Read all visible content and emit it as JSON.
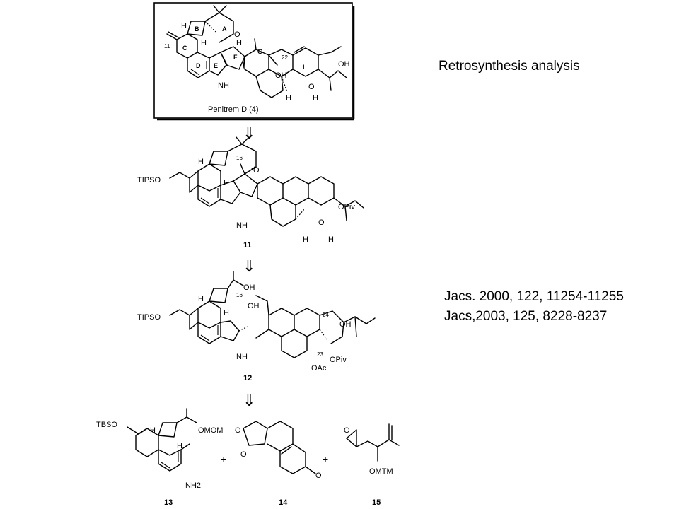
{
  "title": "Retrosynthesis analysis",
  "references": [
    "Jacs. 2000, 122, 11254-11255",
    "Jacs,2003, 125, 8228-8237"
  ],
  "arrow_glyph": "⇓",
  "target": {
    "caption": "Penitrem D (",
    "number": "4",
    "caption_end": ")",
    "ring_labels": [
      "A",
      "B",
      "C",
      "D",
      "E",
      "F",
      "G",
      "I"
    ],
    "atoms": [
      "H",
      "H",
      "O",
      "OH",
      "OH",
      "O",
      "H",
      "H",
      "NH",
      "H",
      "11",
      "22"
    ]
  },
  "compound_11": {
    "number": "11",
    "groups": [
      "TIPSO",
      "OPiv",
      "O",
      "O",
      "H",
      "H",
      "NH",
      "H",
      "H",
      "16"
    ]
  },
  "compound_12": {
    "number": "12",
    "groups": [
      "TIPSO",
      "OH",
      "OH",
      "OH",
      "OPiv",
      "OAc",
      "NH",
      "H",
      "H",
      "16",
      "24",
      "23"
    ]
  },
  "fragments": [
    {
      "number": "13",
      "groups": [
        "TBSO",
        "OMOM",
        "NH2",
        "H",
        "H"
      ]
    },
    {
      "number": "14",
      "groups": [
        "O",
        "O",
        "O"
      ]
    },
    {
      "number": "15",
      "groups": [
        "O",
        "OMTM"
      ]
    }
  ],
  "plus": "+"
}
